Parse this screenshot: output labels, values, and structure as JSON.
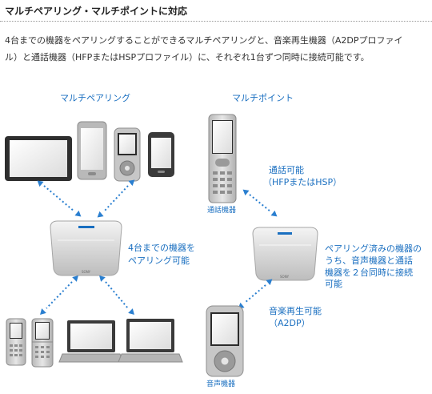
{
  "header": {
    "title": "マルチペアリング・マルチポイントに対応"
  },
  "intro": {
    "line1": "4台までの機器をペアリングすることができるマルチペアリングと、音楽再生機器（A2DPプロファイ",
    "line2": "ル）と通話機器（HFPまたはHSPプロファイル）に、それぞれ1台ずつ同時に接続可能です。"
  },
  "diagram": {
    "multipairing": {
      "heading": "マルチペアリング",
      "note_line1": "4台までの機器を",
      "note_line2": "ペアリング可能"
    },
    "multipoint": {
      "heading": "マルチポイント",
      "call_line1": "通話可能",
      "call_line2": "（HFPまたはHSP）",
      "phone_caption": "通話機器",
      "note_line1": "ペアリング済みの機器の",
      "note_line2": "うち、音声機器と通話",
      "note_line3": "機器を２台同時に接続",
      "note_line4": "可能",
      "music_line1": "音楽再生可能",
      "music_line2": "（A2DP）",
      "player_caption": "音声機器"
    },
    "speaker_brand": "SONY"
  },
  "colors": {
    "accent_blue": "#1a6fc0",
    "arrow_blue": "#2a7fd0",
    "device_dark": "#3a3a3a",
    "device_silver": "#c8c8c8"
  }
}
